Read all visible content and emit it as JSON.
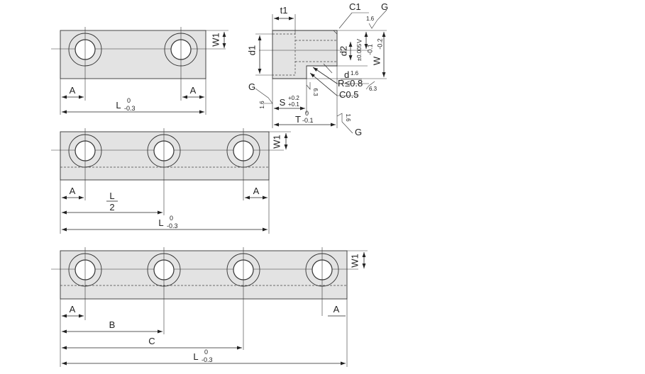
{
  "labels": {
    "A": "A",
    "W1": "W1",
    "L": "L",
    "half_den": "2",
    "B": "B",
    "C": "C",
    "t1": "t1",
    "C1": "C1",
    "G": "G",
    "d1": "d1",
    "d2": "d2",
    "d": "d",
    "V": "V",
    "W": "W",
    "S": "S",
    "T": "T",
    "R": "R",
    "C05": "C0.5"
  },
  "tolerances": {
    "L_upper": "0",
    "L_lower": "-0.3",
    "V_tol": "±0.005",
    "W_upper": "-0.1",
    "W_lower": "-0.2",
    "S_upper": "+0.2",
    "S_lower": "+0.1",
    "T_upper": "0",
    "T_lower": "-0.1",
    "R_tol": "≤0.8"
  },
  "roughness": {
    "r16": "1.6",
    "r63": "6.3"
  }
}
